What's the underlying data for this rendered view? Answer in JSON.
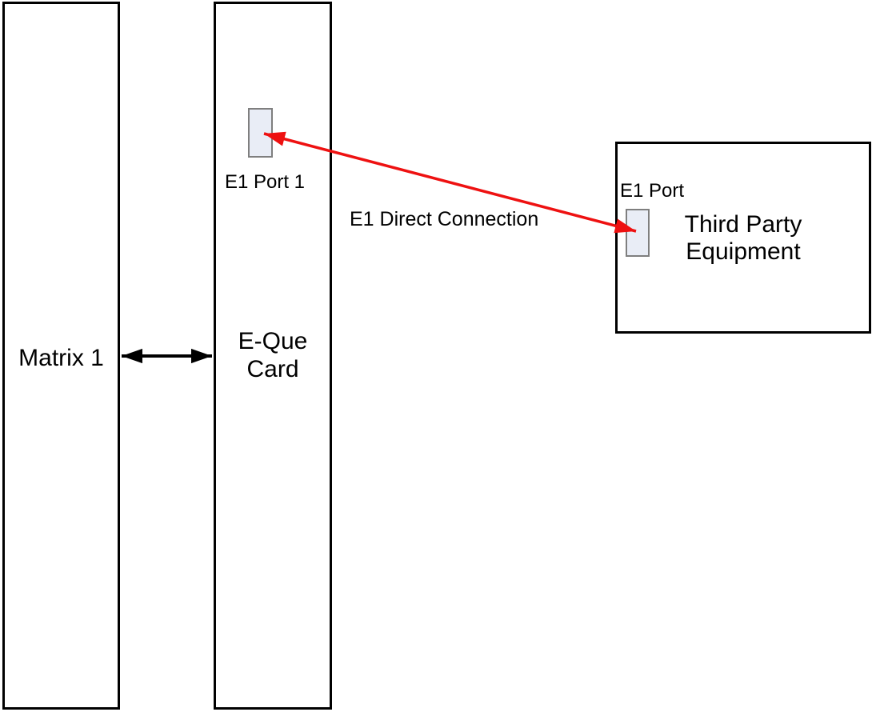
{
  "nodes": {
    "matrix": {
      "label": "Matrix 1"
    },
    "eque_card": {
      "label": "E-Que\nCard"
    },
    "third_party": {
      "label": "Third Party\nEquipment"
    }
  },
  "ports": {
    "eque_e1_port1": {
      "label": "E1 Port 1"
    },
    "third_party_e1_port": {
      "label": "E1 Port"
    }
  },
  "connections": {
    "e1_direct": {
      "label": "E1 Direct Connection",
      "color": "#ee1111"
    },
    "matrix_to_eque": {
      "color": "#000000"
    }
  },
  "colors": {
    "background": "#ffffff",
    "box_border": "#000000",
    "port_fill": "#e9edf6",
    "port_border": "#7f7f7f"
  }
}
